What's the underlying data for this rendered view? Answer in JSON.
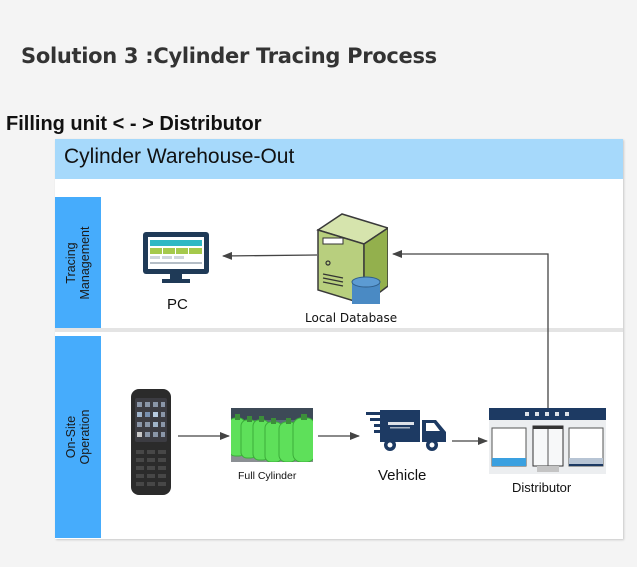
{
  "page": {
    "title": "Solution 3 :Cylinder Tracing Process",
    "subtitle": "Filling unit < - > Distributor"
  },
  "diagram": {
    "header": "Cylinder Warehouse-Out",
    "colors": {
      "header_bg": "#a6d9fb",
      "lane_tab": "#46acfc",
      "arrow": "#444444",
      "truck": "#1d3a63",
      "server": "#a9c36a",
      "db": "#4a8ac4"
    },
    "lanes": [
      {
        "id": "tracing",
        "label_line1": "Tracing",
        "label_line2": "Management"
      },
      {
        "id": "onsite",
        "label_line1": "On-Site",
        "label_line2": "Operation"
      }
    ],
    "nodes": {
      "pc": {
        "label": "PC",
        "icon": "monitor-icon"
      },
      "local_db": {
        "label": "Local Database",
        "icon": "server-database-icon"
      },
      "handheld": {
        "label": "",
        "icon": "handheld-scanner-icon"
      },
      "full_cylinder": {
        "label": "Full Cylinder",
        "icon": "gas-cylinders-photo"
      },
      "vehicle": {
        "label": "Vehicle",
        "icon": "delivery-truck-icon"
      },
      "distributor": {
        "label": "Distributor",
        "icon": "storefront-icon"
      }
    },
    "edges": [
      {
        "from": "handheld",
        "to": "full_cylinder"
      },
      {
        "from": "full_cylinder",
        "to": "vehicle"
      },
      {
        "from": "vehicle",
        "to": "distributor"
      },
      {
        "from": "distributor",
        "to": "local_db"
      },
      {
        "from": "local_db",
        "to": "pc"
      }
    ]
  }
}
